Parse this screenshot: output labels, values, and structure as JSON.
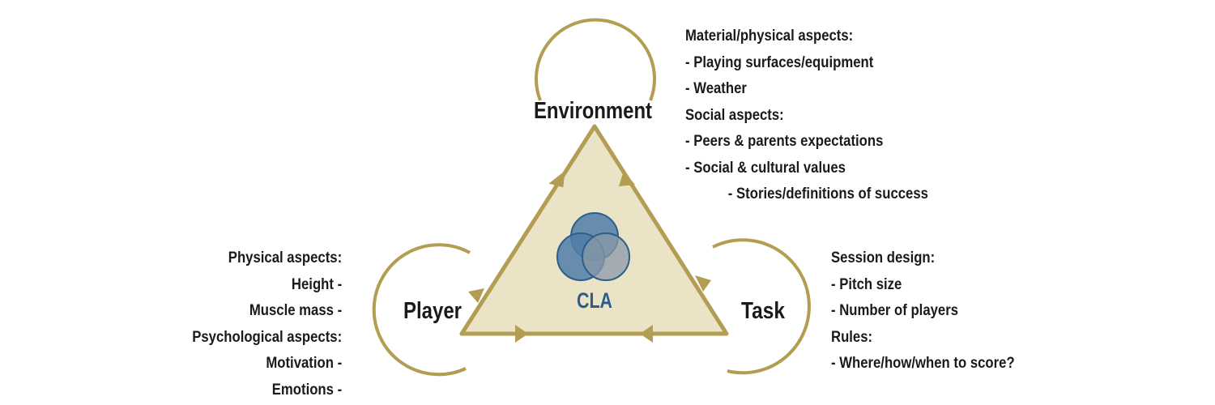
{
  "colors": {
    "gold": "#b29d52",
    "triangle_fill": "#ebe3c6",
    "circle_blue": "#4f7ea8",
    "circle_gray": "#8b9aa8",
    "text": "#1a1a1a",
    "cla_text": "#2f5d8a"
  },
  "center": {
    "label": "CLA"
  },
  "nodes": {
    "environment": "Environment",
    "player": "Player",
    "task": "Task"
  },
  "environment_details": [
    "Material/physical aspects:",
    "- Playing surfaces/equipment",
    "- Weather",
    "Social aspects:",
    "- Peers & parents expectations",
    "- Social & cultural values",
    "- Stories/definitions of success"
  ],
  "player_details": [
    "Physical aspects:",
    "Height -",
    "Muscle mass -",
    "Psychological aspects:",
    "Motivation -",
    "Emotions -"
  ],
  "task_details": [
    "Session design:",
    "- Pitch size",
    "- Number of players",
    "Rules:",
    "- Where/how/when to score?"
  ]
}
